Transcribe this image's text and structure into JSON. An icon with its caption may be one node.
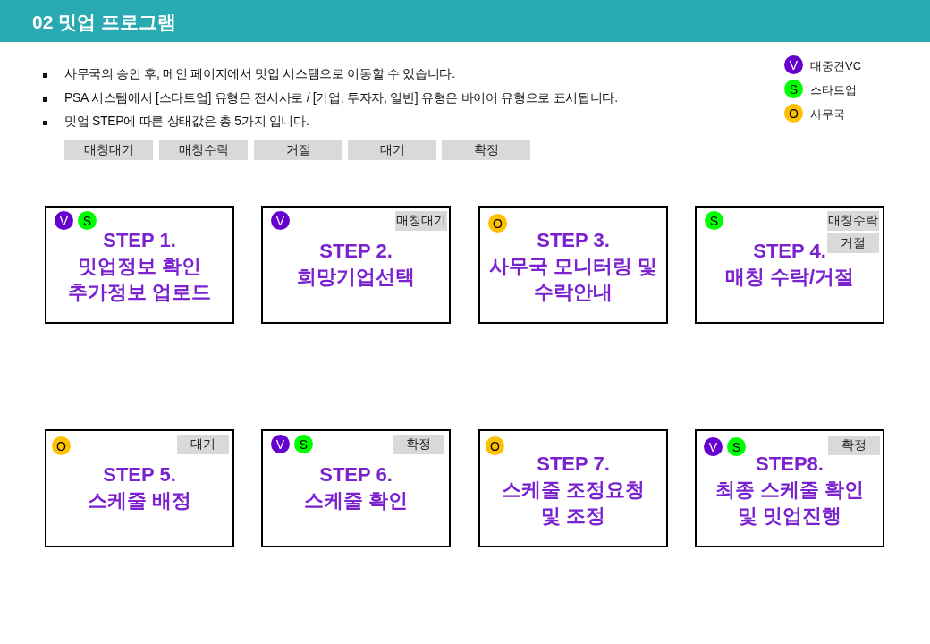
{
  "diagram": {
    "title": "02 밋업 프로그램",
    "nodes": [
      {
        "text": [
          "매칭대기"
        ]
      },
      {
        "text": [
          "매칭수락"
        ]
      },
      {
        "text": [
          "거절"
        ]
      },
      {
        "text": [
          "대기"
        ]
      },
      {
        "text": [
          "확정"
        ]
      },
      {
        "text": [
          "STEP 1.",
          "밋업정보 확인 추가정보 업로드"
        ]
      },
      {
        "text": [
          "V"
        ],
        "in": 5
      },
      {
        "text": [
          "S"
        ],
        "in": 5
      },
      {
        "text": [
          "STEP 2.",
          "희망기업선택"
        ]
      },
      {
        "text": [
          "V"
        ],
        "in": 8
      },
      {
        "text": [
          "매칭대기"
        ],
        "in": 8
      },
      {
        "text": [
          "STEP 3.",
          "사무국 모니터링 및 수락안내"
        ]
      },
      {
        "text": [
          "O"
        ],
        "in": 11
      },
      {
        "text": [
          "STEP 4.",
          "매칭 수락/거절"
        ]
      },
      {
        "text": [
          "S"
        ],
        "in": 13
      },
      {
        "text": [
          "매칭수락"
        ],
        "in": 13
      },
      {
        "text": [
          "거절"
        ],
        "in": 13
      },
      {
        "text": [
          "STEP 5.",
          "스케줄 배정"
        ]
      },
      {
        "text": [
          "O"
        ],
        "in": 17
      },
      {
        "text": [
          "대기"
        ],
        "in": 17
      },
      {
        "text": [
          "STEP 6.",
          "스케줄 확인"
        ]
      },
      {
        "text": [
          "V"
        ],
        "in": 20
      },
      {
        "text": [
          "S"
        ],
        "in": 20
      },
      {
        "text": [
          "확정"
        ],
        "in": 20
      },
      {
        "text": [
          "STEP 7.",
          "스케줄 조정요청 및 조정"
        ]
      },
      {
        "text": [
          "O"
        ],
        "in": 24
      },
      {
        "text": [
          "STEP8.",
          "최종 스케줄 확인 및 밋업진행"
        ]
      },
      {
        "text": [
          "V"
        ],
        "in": 26
      },
      {
        "text": [
          "S"
        ],
        "in": 26
      },
      {
        "text": [
          "확정"
        ],
        "in": 26
      }
    ],
    "edges": [],
    "labels": [
      "사무국의 승인 후, 메인 페이지에서 밋업 시스템으로 이동할 수 있습니다.",
      "PSA 시스템에서 [스타트업] 유형은 전시사로 / [기업, 투자자, 일반] 유형은 바이어 유형으로 표시됩니다.",
      "밋업 STEP에 따른 상태값은 총 5가지 입니다.",
      "V",
      "S",
      "O"
    ],
    "legend": [
      {
        "text": "대중견VC",
        "color": "#6600cc"
      },
      {
        "text": "스타트업",
        "color": "#00ff00"
      },
      {
        "text": "사무국",
        "color": "#ffc000"
      }
    ]
  }
}
